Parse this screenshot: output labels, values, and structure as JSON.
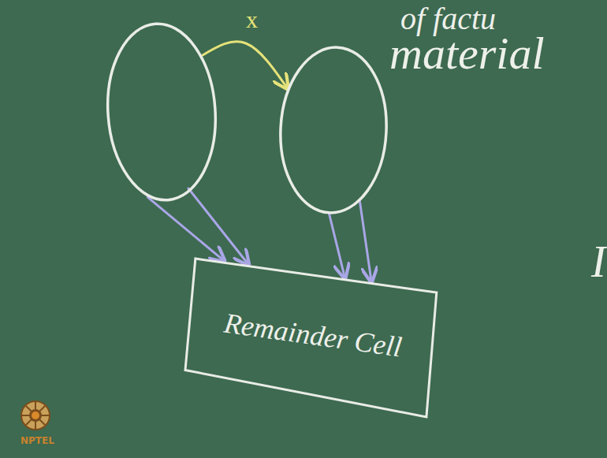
{
  "diagram": {
    "nodes": [
      {
        "text": []
      },
      {
        "text": []
      },
      {
        "text": [
          "Remainder Cell"
        ]
      }
    ],
    "edges": [
      {
        "from": 0,
        "to": 1,
        "label": "x",
        "arrow": "to"
      },
      {
        "from": 0,
        "to": 2,
        "arrow": "to"
      },
      {
        "from": 0,
        "to": 2,
        "arrow": "to"
      },
      {
        "from": 1,
        "to": 2,
        "arrow": "to"
      },
      {
        "from": 1,
        "to": 2,
        "arrow": "to"
      }
    ],
    "labels": [
      "of factu",
      "material",
      "I",
      "NPTEL"
    ]
  }
}
